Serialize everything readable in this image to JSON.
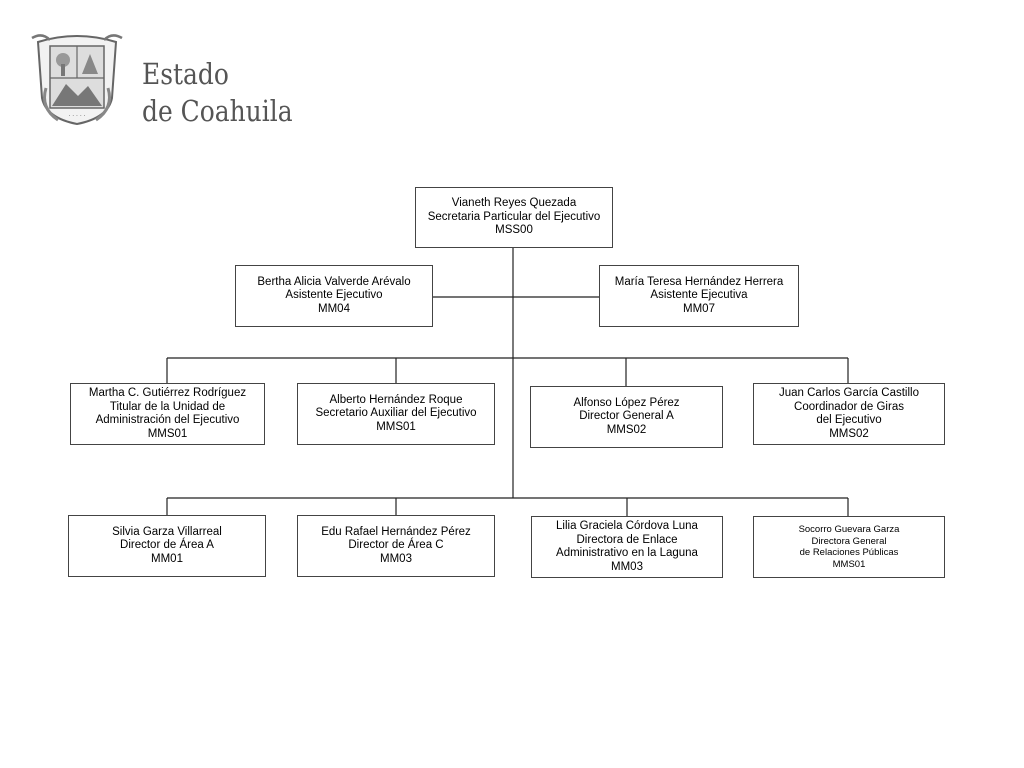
{
  "header": {
    "seal_icon": "coahuila-coat-of-arms",
    "title_line1": "Estado",
    "title_line2": "de Coahuila"
  },
  "org": {
    "root": {
      "name": "Vianeth Reyes Quezada",
      "title": "Secretaria Particular del Ejecutivo",
      "code": "MSS00"
    },
    "assistant_left": {
      "name": "Bertha Alicia Valverde Arévalo",
      "title": "Asistente Ejecutivo",
      "code": "MM04"
    },
    "assistant_right": {
      "name": "María Teresa Hernández  Herrera",
      "title": "Asistente Ejecutiva",
      "code": "MM07"
    },
    "row1": [
      {
        "l1": "Martha C. Gutiérrez Rodríguez",
        "l2": "Titular de la Unidad de",
        "l3": "Administración del Ejecutivo",
        "l4": "MMS01"
      },
      {
        "l1": "Alberto Hernández Roque",
        "l2": "Secretario Auxiliar del Ejecutivo",
        "l3": "MMS01"
      },
      {
        "l1": "Alfonso López Pérez",
        "l2": "Director General A",
        "l3": "MMS02"
      },
      {
        "l1": "Juan Carlos García Castillo",
        "l2": "Coordinador de Giras",
        "l3": "del Ejecutivo",
        "l4": "MMS02"
      }
    ],
    "row2": [
      {
        "l1": "Silvia Garza Villarreal",
        "l2": "Director de Área A",
        "l3": "MM01"
      },
      {
        "l1": "Edu Rafael Hernández Pérez",
        "l2": "Director de Área C",
        "l3": "MM03"
      },
      {
        "l1": "Lilia Graciela Córdova Luna",
        "l2": "Directora de Enlace",
        "l3": "Administrativo en la Laguna",
        "l4": "MM03"
      },
      {
        "l1": "Socorro Guevara Garza",
        "l2": "Directora General",
        "l3": "de Relaciones Públicas",
        "l4": "MMS01"
      }
    ]
  }
}
